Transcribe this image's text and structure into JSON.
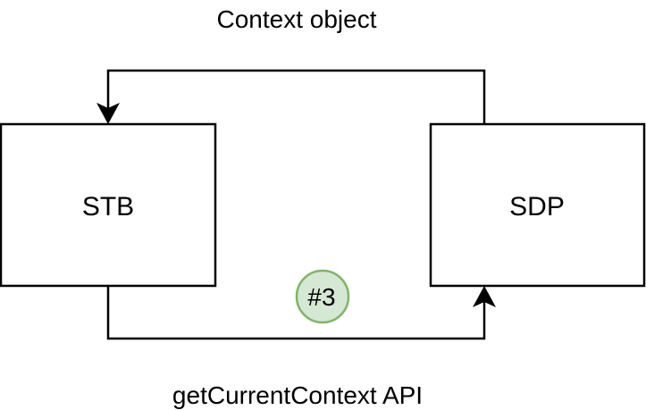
{
  "nodes": {
    "stb": {
      "label": "STB"
    },
    "sdp": {
      "label": "SDP"
    }
  },
  "edges": {
    "top": {
      "label": "Context object"
    },
    "bottom": {
      "label": "getCurrentContext API"
    }
  },
  "badge": {
    "label": "#3",
    "fill": "#d5e8d4",
    "stroke": "#82b366"
  },
  "colors": {
    "line": "#000000",
    "box_fill": "#ffffff"
  }
}
